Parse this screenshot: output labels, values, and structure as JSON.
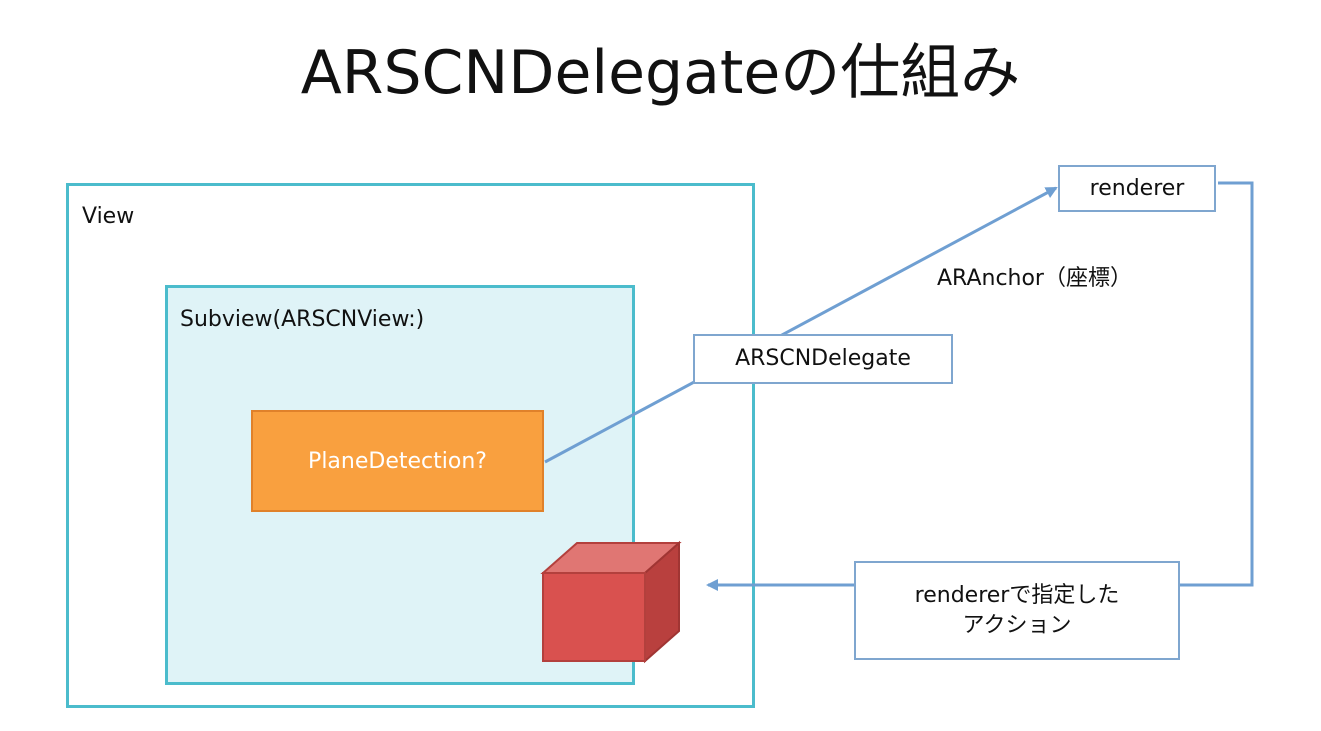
{
  "title": "ARSCNDelegateの仕組み",
  "view": {
    "label": "View"
  },
  "subview": {
    "label": "Subview(ARSCNView:)"
  },
  "plane_detection": {
    "label": "PlaneDetection?"
  },
  "delegate": {
    "label": "ARSCNDelegate"
  },
  "renderer": {
    "label": "renderer"
  },
  "anchor": {
    "label": "ARAnchor（座標）"
  },
  "action": {
    "line1": "rendererで指定した",
    "line2": "アクション"
  },
  "colors": {
    "view_border": "#4bbccc",
    "subview_fill": "#dff3f7",
    "plane_fill": "#f9a03f",
    "arrow": "#6f9fd2",
    "cube": "#d9514f"
  },
  "icons": {
    "cube": "red-cube-icon"
  }
}
